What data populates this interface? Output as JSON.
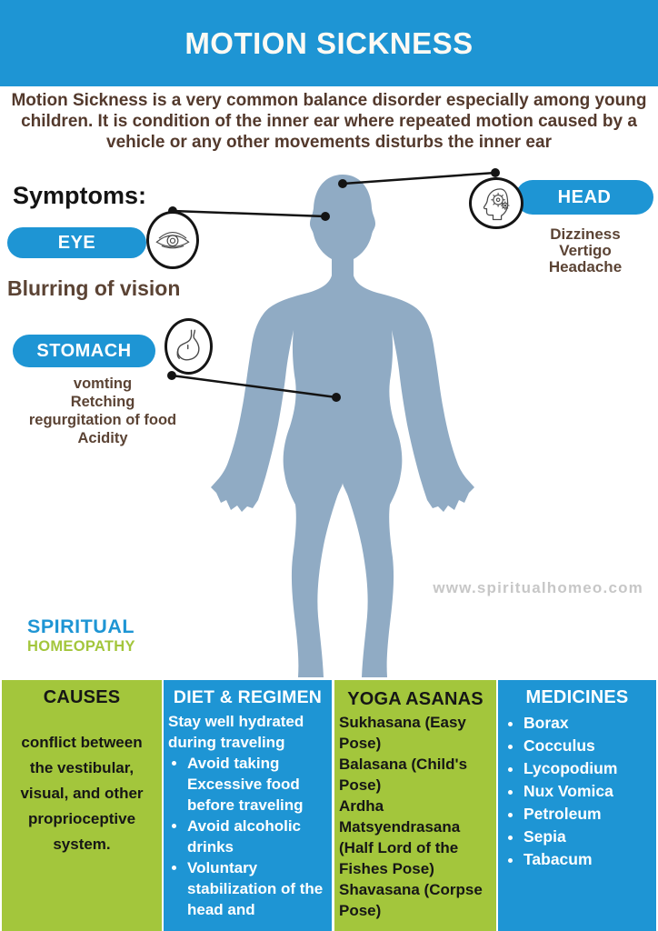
{
  "header": {
    "title": "MOTION SICKNESS"
  },
  "intro": {
    "text": "Motion Sickness is a very common balance disorder especially among young children. It is condition of the inner ear where repeated motion caused by a vehicle or any other movements disturbs the inner ear"
  },
  "symptoms": {
    "heading": "Symptoms:",
    "eye": {
      "label": "EYE",
      "icon": "eye-icon",
      "symptom": "Blurring of vision"
    },
    "head": {
      "label": "HEAD",
      "icon": "head-gears-icon",
      "symptoms": [
        "Dizziness",
        "Vertigo",
        "Headache"
      ]
    },
    "stomach": {
      "label": "STOMACH",
      "icon": "stomach-icon",
      "symptoms": [
        "vomting",
        "Retching",
        "regurgitation of food",
        "Acidity"
      ]
    }
  },
  "watermark": "www.spiritualhomeo.com",
  "logo": {
    "line1": "SPIRITUAL",
    "line2": "HOMEOPATHY"
  },
  "panels": {
    "causes": {
      "heading": "CAUSES",
      "text": "conflict between the vestibular, visual, and other proprioceptive system."
    },
    "diet": {
      "heading": "DIET & REGIMEN",
      "intro": "Stay well hydrated during traveling",
      "items": [
        "Avoid taking Excessive food before traveling",
        "Avoid alcoholic drinks",
        "Voluntary stabilization of the head and"
      ]
    },
    "yoga": {
      "heading": "YOGA ASANAS",
      "items": [
        "Sukhasana (Easy Pose)",
        "Balasana (Child's Pose)",
        "Ardha Matsyendrasana (Half Lord of the Fishes Pose)",
        "Shavasana (Corpse Pose)"
      ]
    },
    "medicines": {
      "heading": "MEDICINES",
      "items": [
        "Borax",
        "Cocculus",
        "Lycopodium",
        "Nux Vomica",
        "Petroleum",
        "Sepia",
        "Tabacum"
      ]
    }
  },
  "colors": {
    "primary_blue": "#1e95d4",
    "accent_green": "#a3c63c",
    "text_brown": "#5b4334",
    "body_silhouette": "#90abc4",
    "watermark_gray": "#c7c7c7"
  }
}
